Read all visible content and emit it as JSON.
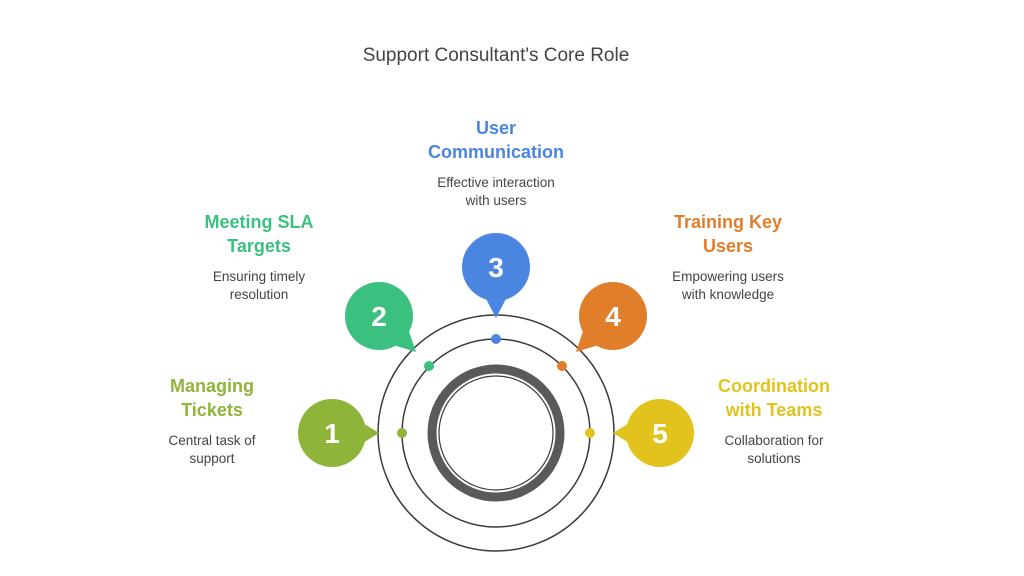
{
  "title": "Support Consultant's Core Role",
  "items": [
    {
      "number": "1",
      "heading": [
        "Managing",
        "Tickets"
      ],
      "description": [
        "Central task of",
        "support"
      ],
      "color": "#8fb43a",
      "icon": "speech-bubble"
    },
    {
      "number": "2",
      "heading": [
        "Meeting SLA",
        "Targets"
      ],
      "description": [
        "Ensuring timely",
        "resolution"
      ],
      "color": "#3cc07f",
      "icon": "speech-bubble"
    },
    {
      "number": "3",
      "heading": [
        "User",
        "Communication"
      ],
      "description": [
        "Effective interaction",
        "with users"
      ],
      "color": "#4a86e0",
      "icon": "speech-bubble"
    },
    {
      "number": "4",
      "heading": [
        "Training Key",
        "Users"
      ],
      "description": [
        "Empowering users",
        "with knowledge"
      ],
      "color": "#e07e2a",
      "icon": "speech-bubble"
    },
    {
      "number": "5",
      "heading": [
        "Coordination",
        "with Teams"
      ],
      "description": [
        "Collaboration for",
        "solutions"
      ],
      "color": "#e2c31e",
      "icon": "speech-bubble"
    }
  ]
}
